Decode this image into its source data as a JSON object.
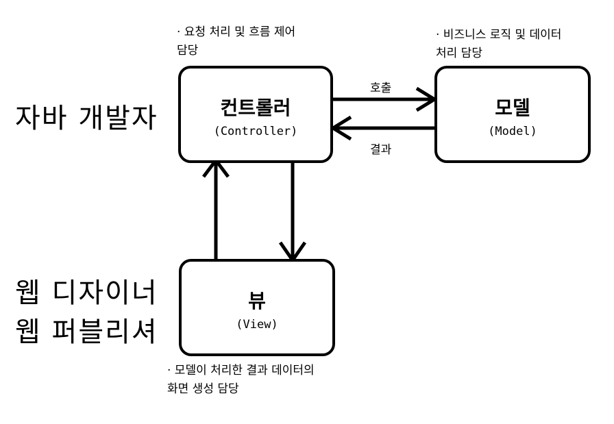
{
  "roles": {
    "java_developer": "자바 개발자",
    "web_designer": "웹 디자이너",
    "web_publisher": "웹 퍼블리셔"
  },
  "controller": {
    "title": "컨트롤러",
    "subtitle": "(Controller)",
    "note_line1": "· 요청 처리 및 흐름 제어",
    "note_line2": "담당"
  },
  "model": {
    "title": "모델",
    "subtitle": "(Model)",
    "note_line1": "· 비즈니스 로직 및 데이터",
    "note_line2": "처리 담당"
  },
  "view": {
    "title": "뷰",
    "subtitle": "(View)",
    "note_line1": "· 모델이 처리한 결과 데이터의",
    "note_line2": "화면 생성 담당"
  },
  "edges": {
    "call": "호출",
    "result": "결과"
  }
}
